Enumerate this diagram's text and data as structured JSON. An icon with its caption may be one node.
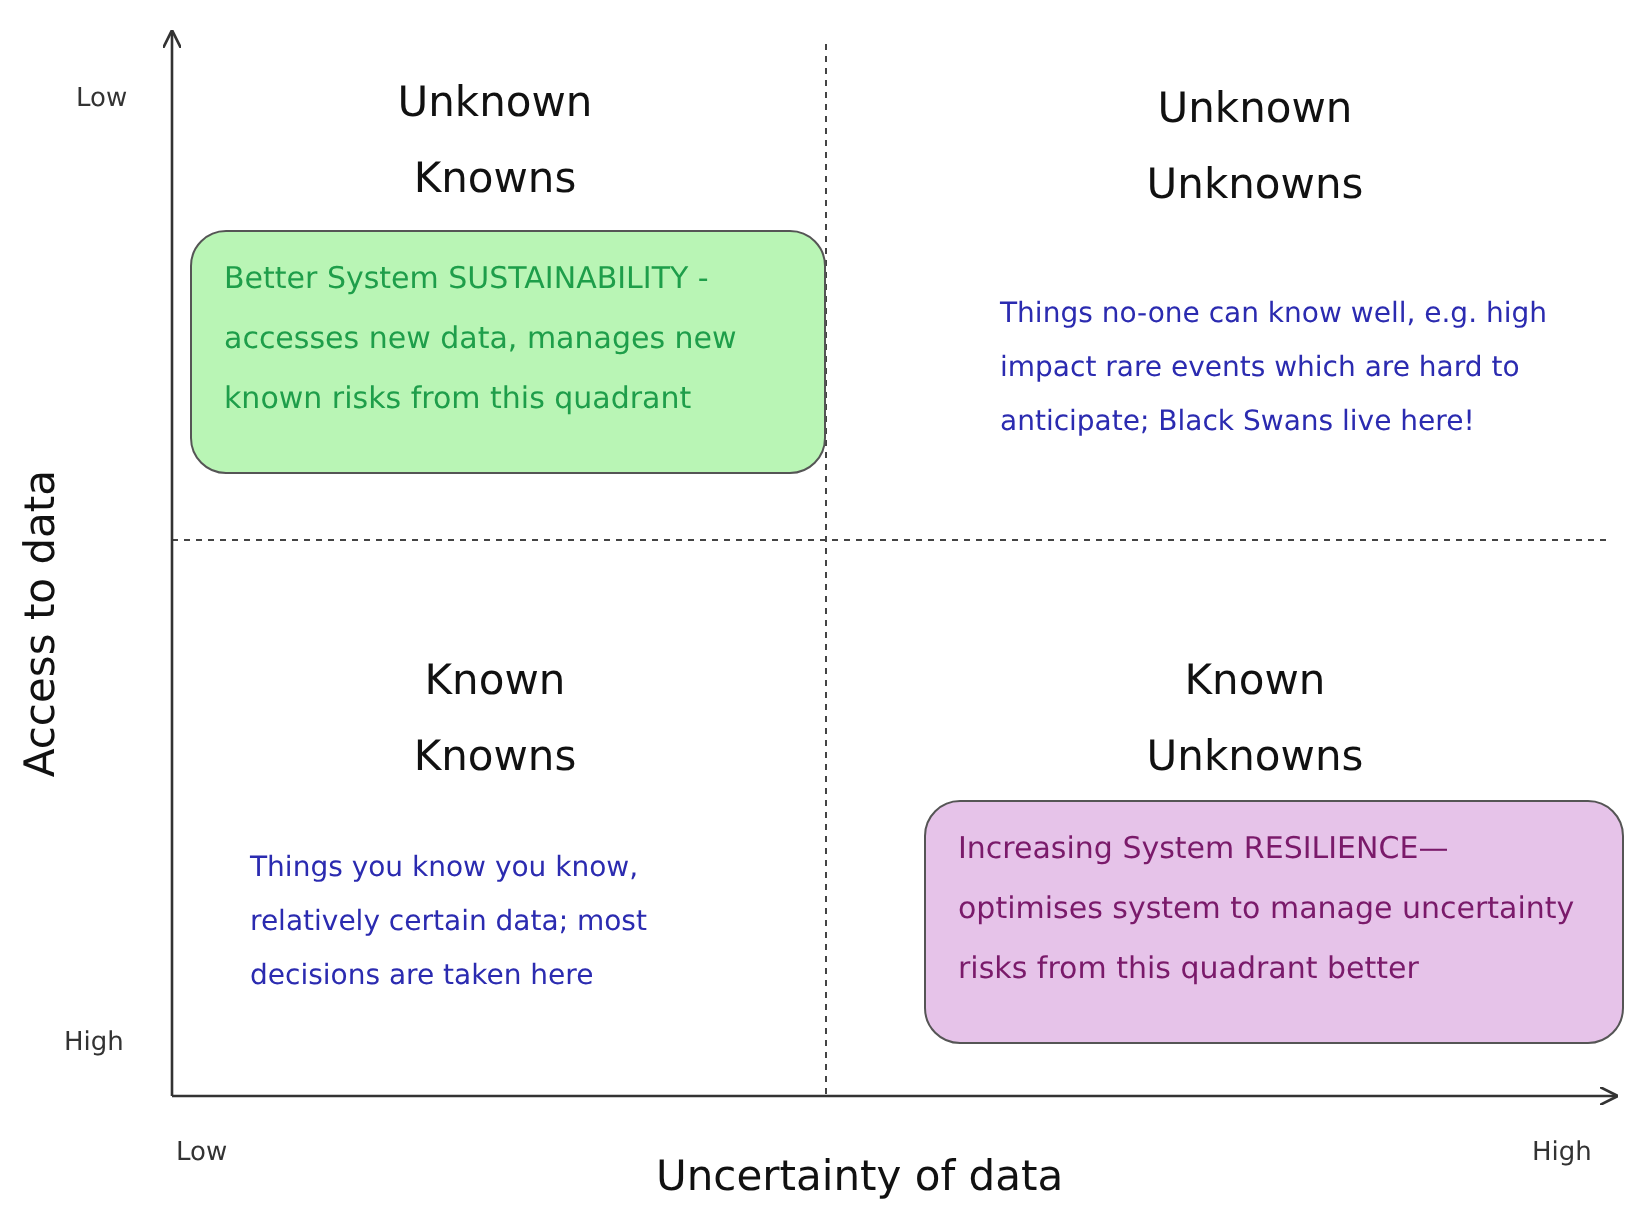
{
  "diagram": {
    "nodes": [
      {
        "text": [
          "Better System SUSTAINABILITY - accesses new data, manages new known risks from this quadrant"
        ]
      },
      {
        "text": [
          "Increasing System RESILIENCE— optimises system to manage uncertainty risks from this quadrant better"
        ]
      }
    ],
    "labels": [
      "Low",
      "Unknown Knowns",
      "Unknown Unknowns",
      "Things no-one can know well, e.g. high impact rare events which are hard to anticipate; Black Swans live here!",
      "Access to data",
      "Known Knowns",
      "Known Unknowns",
      "Things you know you know, relatively certain data; most decisions are taken here",
      "High",
      "Low",
      "High",
      "Uncertainty of data"
    ]
  }
}
